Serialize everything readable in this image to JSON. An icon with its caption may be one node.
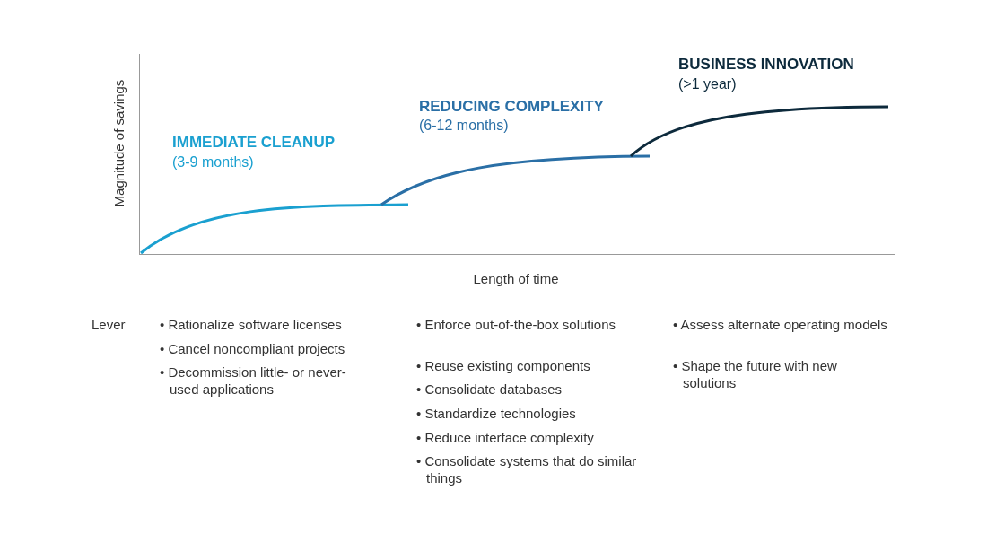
{
  "diagram": {
    "labels": [
      "BUSINESS INNOVATION",
      "(>1 year)",
      "REDUCING COMPLEXITY",
      "(6-12 months)",
      "IMMEDIATE CLEANUP",
      "(3-9 months)",
      "Magnitude of savings",
      "Length of time",
      "Lever",
      "• Rationalize software licenses",
      "• Cancel noncompliant projects",
      "• Decommission little- or never-used applications",
      "• Enforce out-of-the-box solutions",
      "• Reuse existing components",
      "• Consolidate databases",
      "• Standardize technologies",
      "• Reduce interface complexity",
      "• Consolidate systems that do similar things",
      "• Assess alternate operating models",
      "• Shape the future with new solutions"
    ]
  }
}
